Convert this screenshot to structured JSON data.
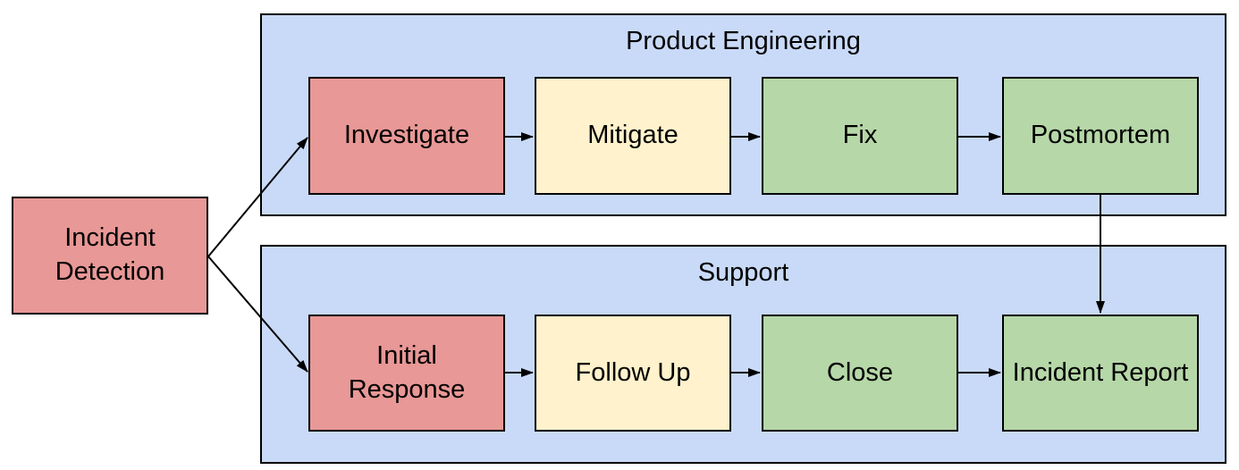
{
  "diagram": {
    "type": "flowchart",
    "colors": {
      "node_red": "#E89896",
      "node_yellow": "#FFF2CC",
      "node_green": "#B6D7A8",
      "container_blue": "#C9DAF8",
      "border": "#000000",
      "text": "#000000",
      "background": "#FFFFFF"
    },
    "containers": [
      {
        "id": "product_engineering",
        "label": "Product Engineering"
      },
      {
        "id": "support",
        "label": "Support"
      }
    ],
    "nodes": {
      "incident_detection": {
        "label": "Incident Detection",
        "color": "node_red",
        "container": null
      },
      "investigate": {
        "label": "Investigate",
        "color": "node_red",
        "container": "product_engineering"
      },
      "mitigate": {
        "label": "Mitigate",
        "color": "node_yellow",
        "container": "product_engineering"
      },
      "fix": {
        "label": "Fix",
        "color": "node_green",
        "container": "product_engineering"
      },
      "postmortem": {
        "label": "Postmortem",
        "color": "node_green",
        "container": "product_engineering"
      },
      "initial_response": {
        "label": "Initial Response",
        "color": "node_red",
        "container": "support"
      },
      "follow_up": {
        "label": "Follow Up",
        "color": "node_yellow",
        "container": "support"
      },
      "close": {
        "label": "Close",
        "color": "node_green",
        "container": "support"
      },
      "incident_report": {
        "label": "Incident Report",
        "color": "node_green",
        "container": "support"
      }
    },
    "edges": [
      {
        "from": "incident_detection",
        "to": "investigate"
      },
      {
        "from": "incident_detection",
        "to": "initial_response"
      },
      {
        "from": "investigate",
        "to": "mitigate"
      },
      {
        "from": "mitigate",
        "to": "fix"
      },
      {
        "from": "fix",
        "to": "postmortem"
      },
      {
        "from": "postmortem",
        "to": "incident_report"
      },
      {
        "from": "initial_response",
        "to": "follow_up"
      },
      {
        "from": "follow_up",
        "to": "close"
      },
      {
        "from": "close",
        "to": "incident_report"
      }
    ]
  }
}
